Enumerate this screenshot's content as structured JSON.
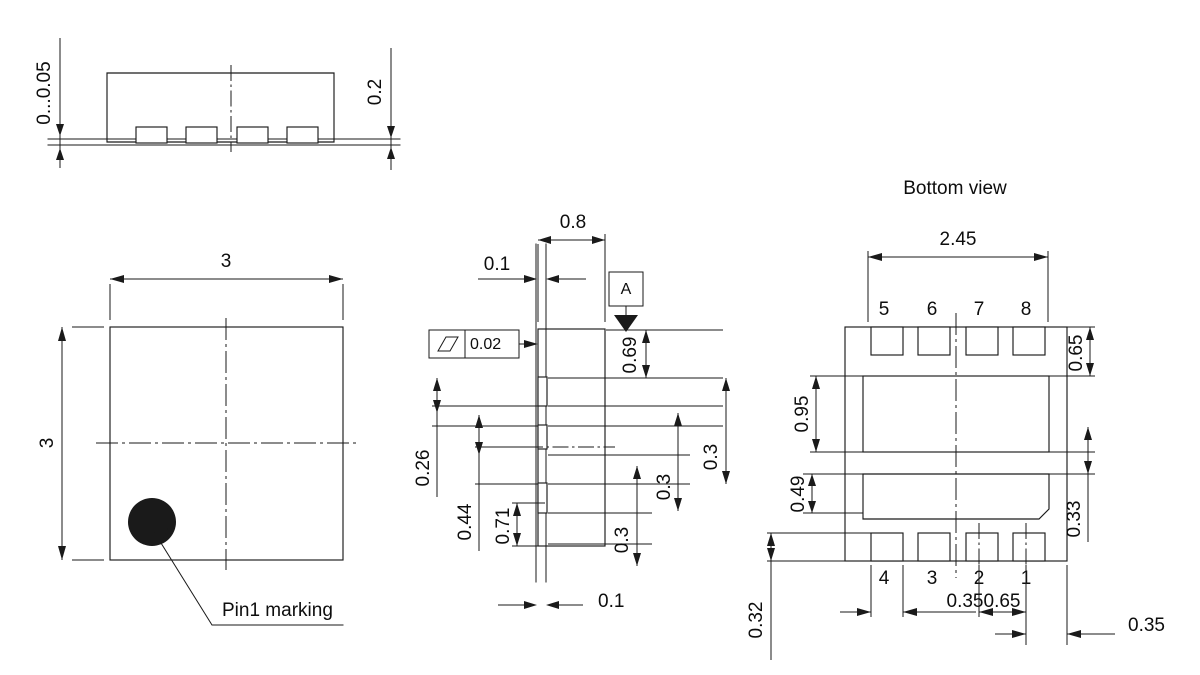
{
  "drawing": {
    "title_bottom_view": "Bottom view",
    "pin1_label": "Pin1 marking",
    "datum_label": "A",
    "gdt_parallelism_value": "0.02",
    "gdt_symbol_name": "parallelism-symbol",
    "ink_color": "#1a1a1a",
    "background_color": "#ffffff"
  },
  "side_view": {
    "name": "side-view",
    "dims": {
      "standoff": "0...0.05",
      "body_height": "0.2"
    }
  },
  "top_view": {
    "name": "top-view",
    "dims": {
      "width": "3",
      "height": "3"
    },
    "pin1_label": "Pin1 marking"
  },
  "land_pattern_view": {
    "name": "land-pattern-view",
    "dims": {
      "pad_width_top": "0.8",
      "gap_top": "0.1",
      "gap_bottom": "0.1",
      "offset_069": "0.69",
      "pitch_a": "0.3",
      "pitch_b": "0.3",
      "pitch_c": "0.3",
      "dim_026": "0.26",
      "dim_044": "0.44",
      "dim_071": "0.71"
    }
  },
  "bottom_view": {
    "name": "bottom-view",
    "title": "Bottom view",
    "dims": {
      "overall_width": "2.45",
      "pad_row_top": "0.65",
      "center_pad_top": "0.95",
      "center_pad_bottom": "0.49",
      "dim_033": "0.33",
      "dim_032": "0.32",
      "pitch_035": "0.35",
      "pitch_065": "0.65",
      "edge_035": "0.35"
    },
    "pins_top": [
      "5",
      "6",
      "7",
      "8"
    ],
    "pins_bottom": [
      "4",
      "3",
      "2",
      "1"
    ]
  }
}
